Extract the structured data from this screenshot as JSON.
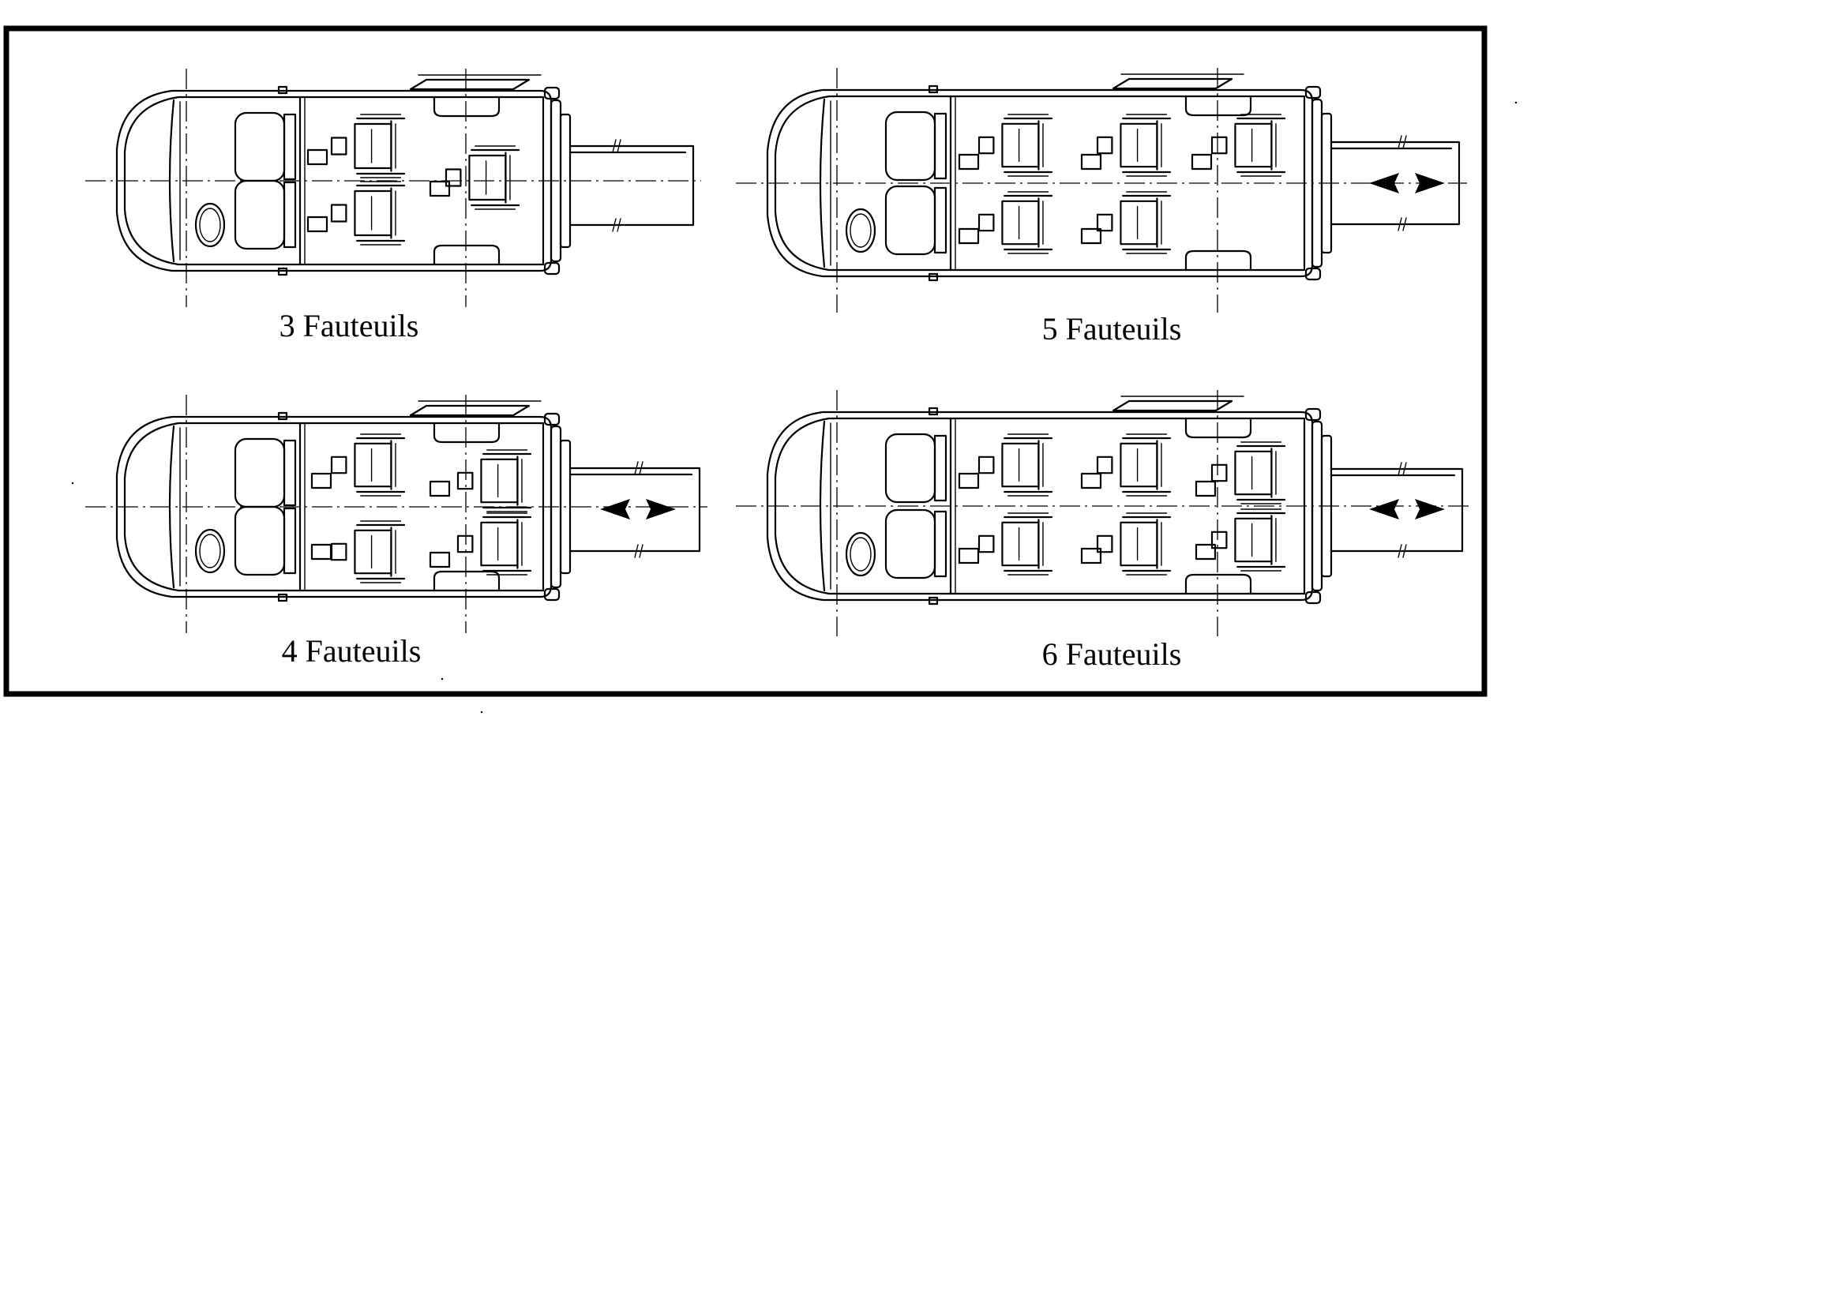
{
  "diagrams": [
    {
      "caption": "3 Fauteuils",
      "wheelchairs": 3
    },
    {
      "caption": "5 Fauteuils",
      "wheelchairs": 5
    },
    {
      "caption": "4 Fauteuils",
      "wheelchairs": 4
    },
    {
      "caption": "6 Fauteuils",
      "wheelchairs": 6
    }
  ],
  "icons": {
    "ramp_arrow": "double-arrow-icon"
  }
}
